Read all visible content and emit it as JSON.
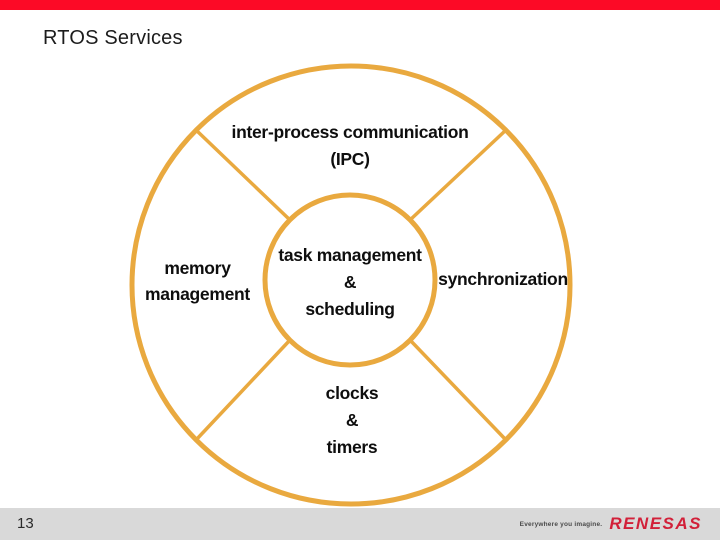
{
  "slide": {
    "title": "RTOS Services",
    "page_number": "13"
  },
  "diagram": {
    "description": "circular RTOS services diagram: outer ring divided into four quadrants around a central hub",
    "top": {
      "lines": [
        "inter-process communication",
        "(IPC)"
      ]
    },
    "left": {
      "lines": [
        "memory",
        "management"
      ]
    },
    "center": {
      "lines": [
        "task management",
        "&",
        "scheduling"
      ]
    },
    "right": {
      "lines": [
        "synchronization"
      ]
    },
    "bottom": {
      "lines": [
        "clocks",
        "&",
        "timers"
      ]
    }
  },
  "footer": {
    "tagline": "Everywhere you imagine.",
    "brand": "RENESAS"
  },
  "colors": {
    "top_bar_red": "#fc0a26",
    "diagram_gold": "#e9a93f",
    "label_black": "#0e0e0e",
    "footer_gray": "#d9d9d9",
    "brand_red": "#d22039"
  }
}
